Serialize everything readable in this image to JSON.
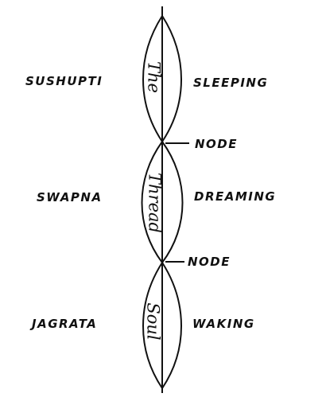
{
  "diagram": {
    "vertical_text": [
      "The",
      "Thread",
      "Soul"
    ],
    "left_labels": [
      "SUSHUPTI",
      "SWAPNA",
      "JAGRATA"
    ],
    "right_labels": [
      "SLEEPING",
      "DREAMING",
      "WAKING"
    ],
    "node_labels": [
      "NODE",
      "NODE"
    ],
    "line_color": "#111111"
  }
}
